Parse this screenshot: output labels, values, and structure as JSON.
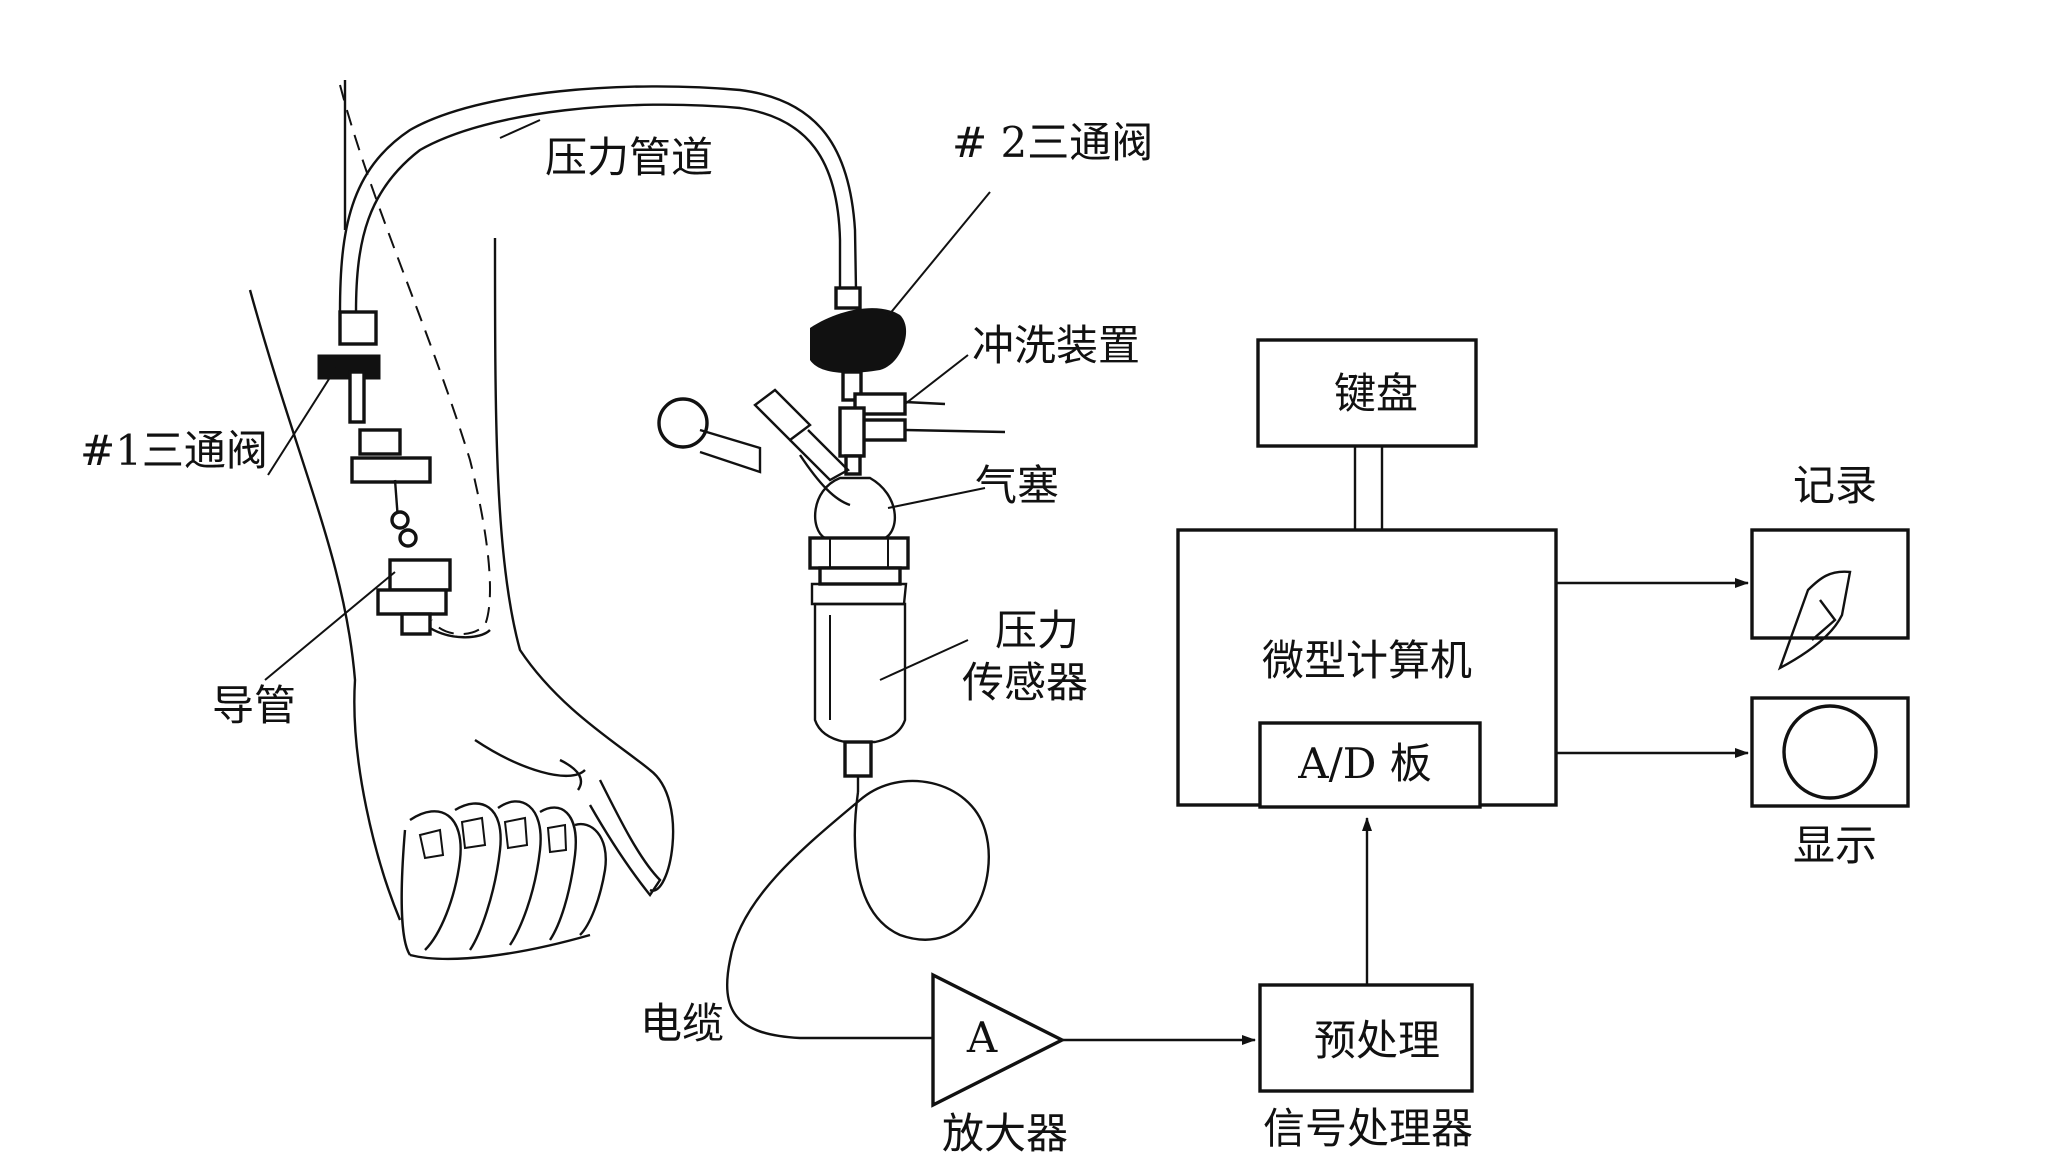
{
  "diagram": {
    "labels": {
      "pressure_tube": "压力管道",
      "valve2": "# 2三通阀",
      "valve1": "#1三通阀",
      "flush_device": "冲洗装置",
      "air_plug": "气塞",
      "transducer_line1": "压力",
      "transducer_line2": "传感器",
      "catheter": "导管",
      "cable": "电缆",
      "amplifier": "放大器",
      "amplifier_symbol": "A",
      "preprocess": "预处理",
      "signal_processor": "信号处理器",
      "keyboard": "键盘",
      "microcomputer": "微型计算机",
      "ad_board": "A/D 板",
      "record": "记录",
      "display": "显示"
    },
    "colors": {
      "stroke": "#111111",
      "background": "#ffffff"
    }
  }
}
